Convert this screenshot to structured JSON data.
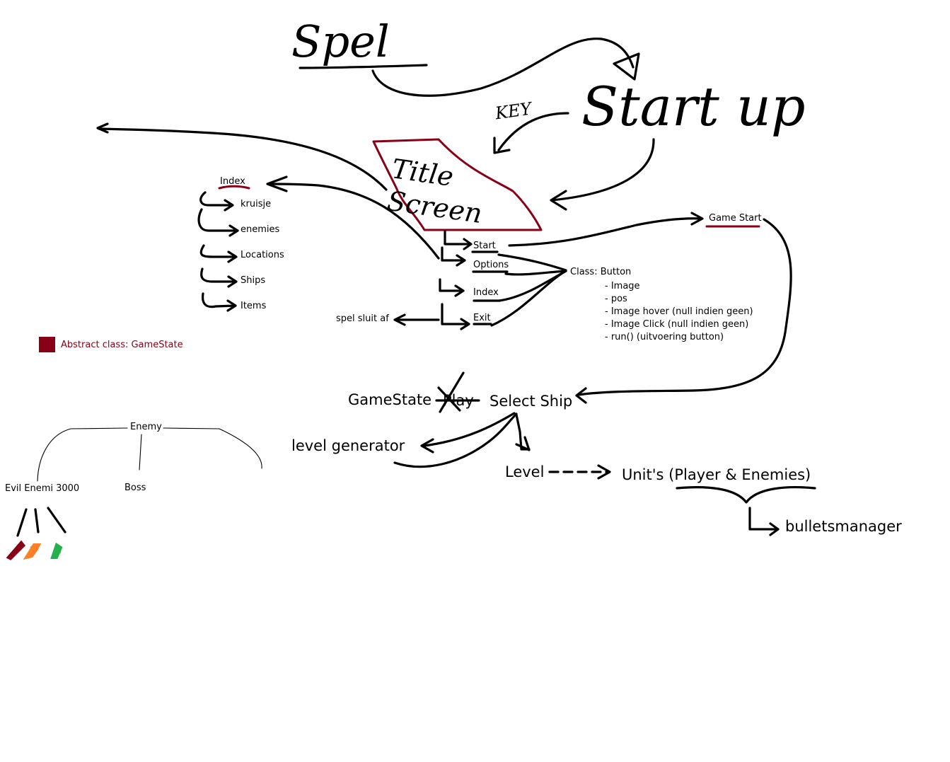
{
  "colors": {
    "ink": "#000000",
    "accent": "#880015",
    "orange": "#ff7f27",
    "green": "#22b14c"
  },
  "top": {
    "spel": "Spel",
    "start_up": "Start up",
    "key": "KEY"
  },
  "title_screen": {
    "label": "Title Screen"
  },
  "index_menu": {
    "title": "Index",
    "items": [
      "kruisje",
      "enemies",
      "Locations",
      "Ships",
      "Items"
    ]
  },
  "buttons": {
    "start": "Start",
    "options": "Options",
    "index": "Index",
    "exit": "Exit"
  },
  "exit_result": "spel sluit af",
  "game_start": "Game Start",
  "button_class": {
    "title": "Class: Button",
    "fields": [
      "- Image",
      "- pos",
      "- Image hover (null indien geen)",
      "- Image Click  (null indien geen)",
      "- run() (uitvoering button)"
    ]
  },
  "legend": {
    "label": "Abstract class: GameState",
    "color": "#880015"
  },
  "flow": {
    "gamestate": "GameState",
    "play_struck": "Play",
    "select_ship": "Select Ship",
    "level_generator": "level generator",
    "level": "Level",
    "units": "Unit's (Player & Enemies)",
    "bullets": "bulletsmanager"
  },
  "enemy_tree": {
    "root": "Enemy",
    "children": [
      "Evil Enemi 3000",
      "Boss"
    ],
    "ship_icons": [
      "red-ship-icon",
      "orange-ship-icon",
      "green-ship-icon"
    ]
  }
}
